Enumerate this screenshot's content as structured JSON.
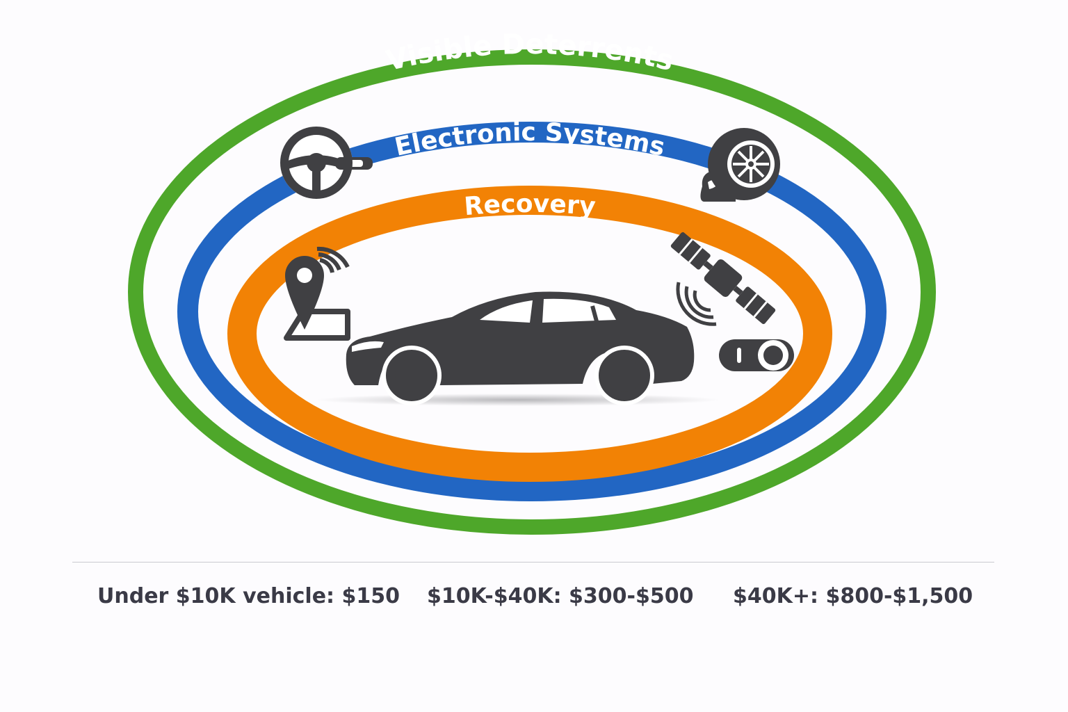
{
  "layers": {
    "outer": {
      "label": "Visible Deterrents",
      "color": "#4ea72a"
    },
    "middle": {
      "label": "Electronic Systems",
      "color": "#2266c3"
    },
    "inner": {
      "label": "Recovery",
      "color": "#f28205"
    }
  },
  "icons": {
    "icon_color": "#404043",
    "steering_lock": "steering-wheel-lock-icon",
    "wheel_lock": "wheel-lock-icon",
    "gps_tracker": "gps-location-icon",
    "satellite": "satellite-icon",
    "kill_switch": "kill-switch-icon",
    "vehicle": "car-icon"
  },
  "costs": [
    {
      "text": "Under $10K vehicle: $150"
    },
    {
      "text": "$10K-$40K: $300-$500"
    },
    {
      "text": "$40K+: $800-$1,500"
    }
  ]
}
